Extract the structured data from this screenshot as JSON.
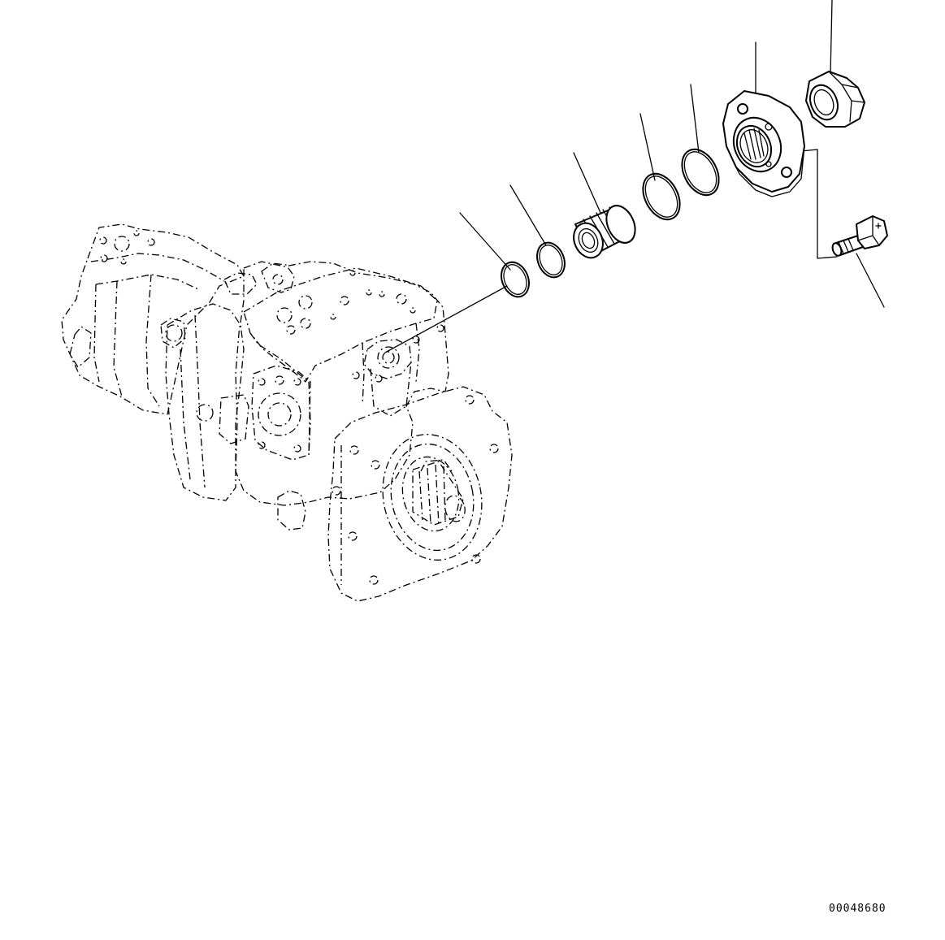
{
  "drawing": {
    "code": "00048680",
    "colors": {
      "line": "#000000",
      "background": "#ffffff"
    }
  },
  "parts": [
    {
      "name": "pump-assembly"
    },
    {
      "name": "o-ring-small"
    },
    {
      "name": "o-ring-small-2"
    },
    {
      "name": "threaded-sleeve"
    },
    {
      "name": "o-ring-large"
    },
    {
      "name": "o-ring-large-2"
    },
    {
      "name": "flange"
    },
    {
      "name": "nut"
    },
    {
      "name": "bolt"
    }
  ]
}
